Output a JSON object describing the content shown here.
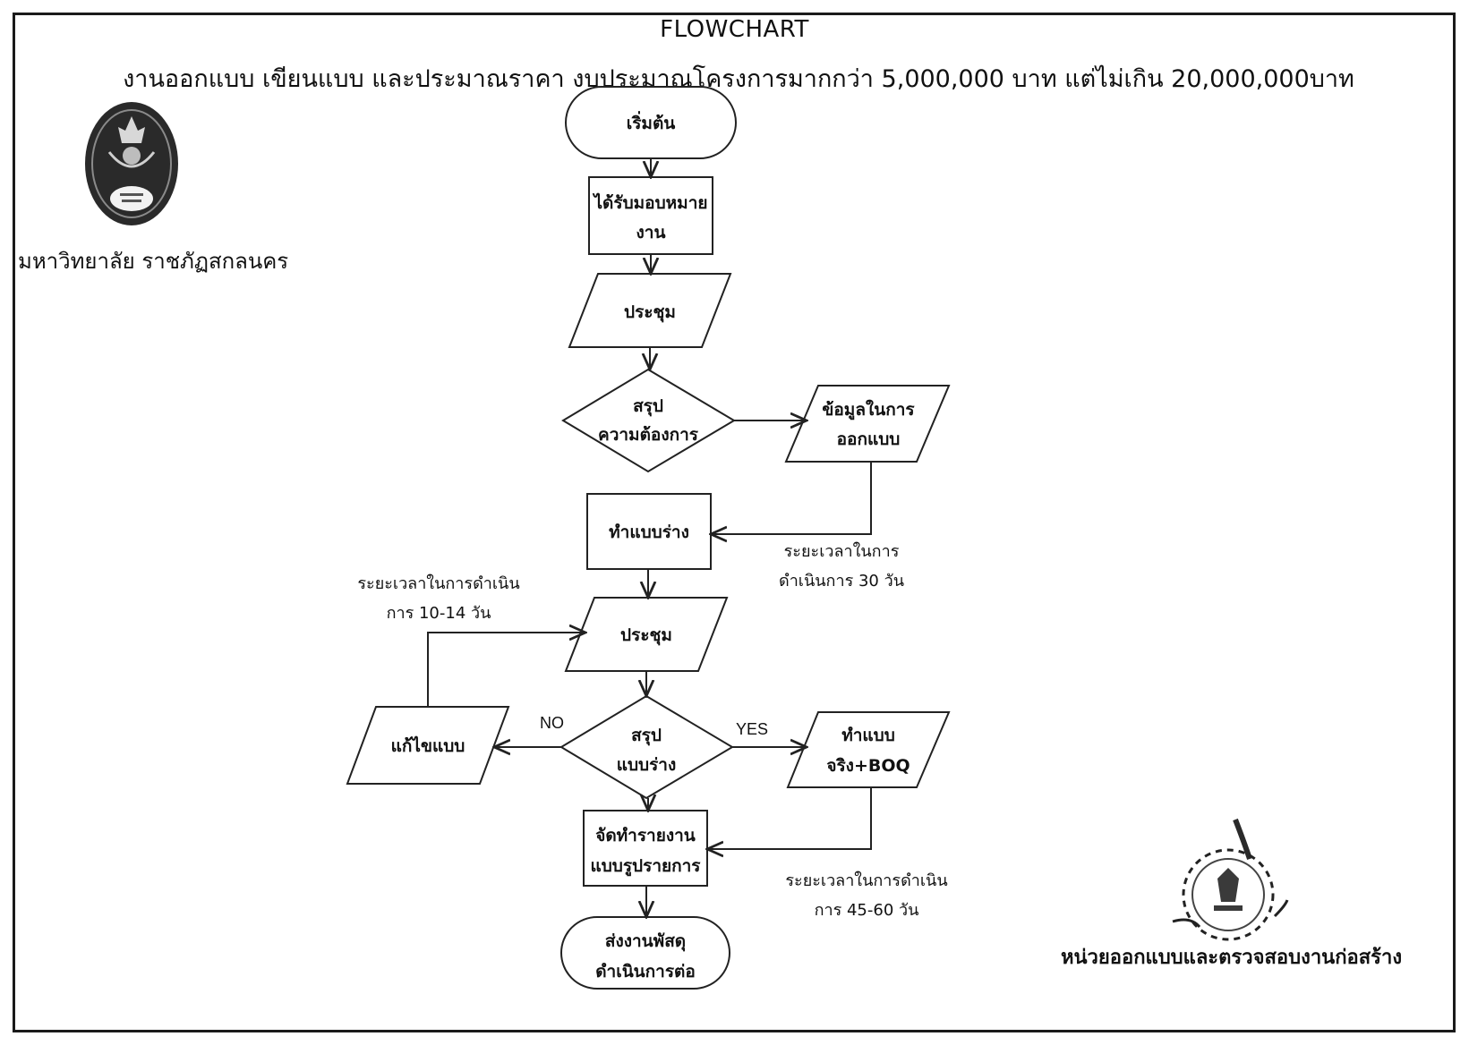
{
  "header": {
    "title": "FLOWCHART",
    "subtitle": "งานออกแบบ เขียนแบบ และประมาณราคา งบประมาณโครงการมากกว่า 5,000,000 บาท แต่ไม่เกิน 20,000,000บาท"
  },
  "left_logo": {
    "icon": "university-seal-icon",
    "caption": "มหาวิทยาลัย ราชภัฏสกลนคร"
  },
  "right_logo": {
    "icon": "gear-emblem-icon",
    "caption": "หน่วยออกแบบและตรวจสอบงานก่อสร้าง"
  },
  "nodes": {
    "start": [
      "เริ่มต้น"
    ],
    "assigned": [
      "ได้รับมอบหมาย",
      "งาน"
    ],
    "meeting1": [
      "ประชุม"
    ],
    "summary_needs": [
      "สรุป",
      "ความต้องการ"
    ],
    "design_data": [
      "ข้อมูลในการ",
      "ออกแบบ"
    ],
    "draft": [
      "ทำแบบร่าง"
    ],
    "meeting2": [
      "ประชุม"
    ],
    "summary_draft": [
      "สรุป",
      "แบบร่าง"
    ],
    "revise": [
      "แก้ไขแบบ"
    ],
    "final_boq": [
      "ทำแบบ",
      "จริง+BOQ"
    ],
    "report": [
      "จัดทำรายงาน",
      "แบบรูปรายการ"
    ],
    "end": [
      "ส่งงานพัสดุ",
      "ดำเนินการต่อ"
    ]
  },
  "branch_labels": {
    "no": "NO",
    "yes": "YES"
  },
  "notes": {
    "duration_30": [
      "ระยะเวลาในการ",
      "ดำเนินการ 30 วัน"
    ],
    "duration_10_14": [
      "ระยะเวลาในการดำเนิน",
      "การ 10-14 วัน"
    ],
    "duration_45_60": [
      "ระยะเวลาในการดำเนิน",
      "การ 45-60 วัน"
    ]
  }
}
